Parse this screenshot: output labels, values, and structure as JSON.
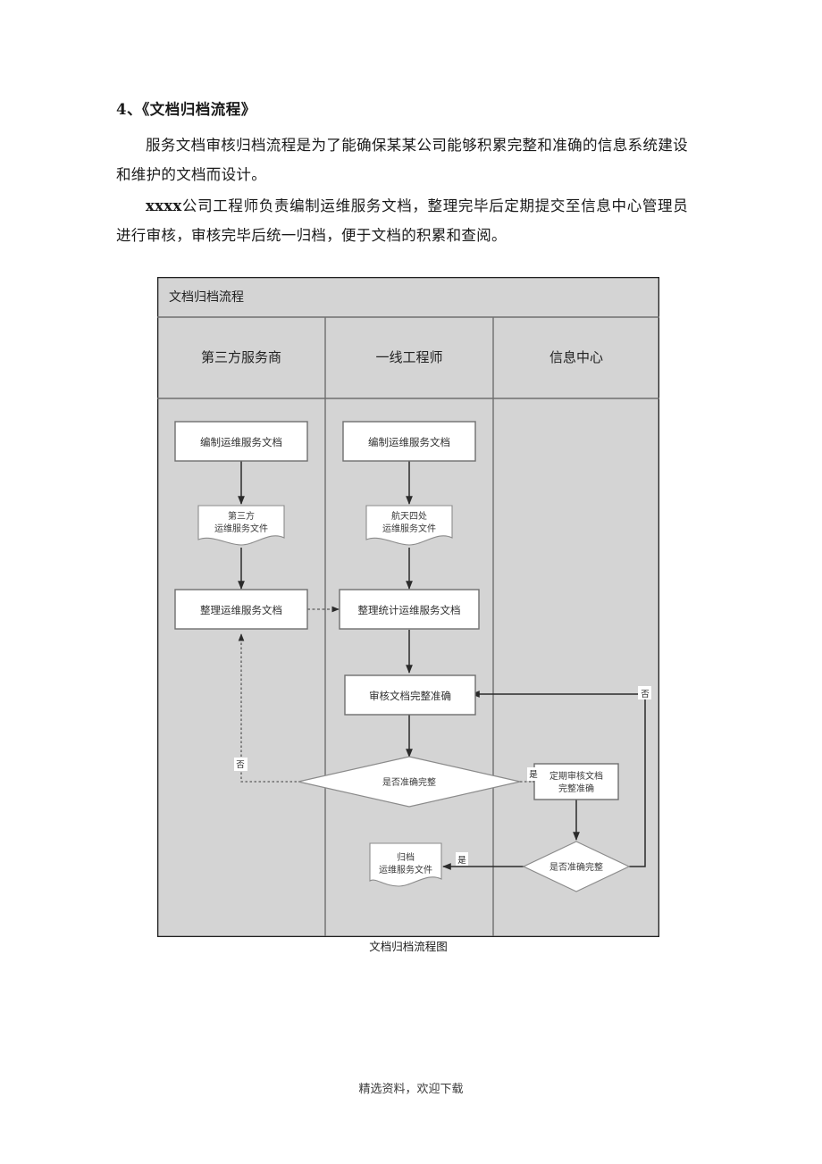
{
  "document": {
    "heading": "4、《文档归档流程》",
    "paragraphs": [
      "服务文档审核归档流程是为了能确保某某公司能够积累完整和准确的信息系统建设和维护的文档而设计。",
      "公司工程师负责编制运维服务文档，整理完毕后定期提交至信息中心管理员进行审核，审核完毕后统一归档，便于文档的积累和查阅。"
    ],
    "paragraph2_prefix": "xxxx",
    "caption": "文档归档流程图",
    "footer": "精选资料，欢迎下载"
  },
  "flowchart": {
    "title": "文档归档流程",
    "lanes": [
      {
        "id": "lane-third-party",
        "label": "第三方服务商"
      },
      {
        "id": "lane-frontline-engineer",
        "label": "一线工程师"
      },
      {
        "id": "lane-information-center",
        "label": "信息中心"
      }
    ],
    "nodes": {
      "n1": {
        "label": "编制运维服务文档",
        "shape": "process",
        "lane": "lane-third-party"
      },
      "n2_line1": "第三方",
      "n2_line2": "运维服务文件",
      "n3": {
        "label": "整理运维服务文档",
        "shape": "process",
        "lane": "lane-third-party"
      },
      "n4": {
        "label": "编制运维服务文档",
        "shape": "process",
        "lane": "lane-frontline-engineer"
      },
      "n5_line1": "航天四处",
      "n5_line2": "运维服务文件",
      "n6": {
        "label": "整理统计运维服务文档",
        "shape": "process",
        "lane": "lane-frontline-engineer"
      },
      "n7": {
        "label": "审核文档完整准确",
        "shape": "process",
        "lane": "lane-frontline-engineer"
      },
      "n8": {
        "label": "是否准确完整",
        "shape": "decision",
        "lane": "lane-frontline-engineer"
      },
      "n9_line1": "归档",
      "n9_line2": "运维服务文件",
      "n10_line1": "定期审核文档",
      "n10_line2": "完整准确",
      "n11": {
        "label": "是否准确完整",
        "shape": "decision",
        "lane": "lane-information-center"
      }
    },
    "edge_labels": {
      "no_left": "否",
      "yes_right": "是",
      "no_right": "否",
      "yes_bottom": "是"
    },
    "colors": {
      "lane_fill": "#d4d4d4",
      "node_fill": "#ffffff",
      "border": "#7a7a7a",
      "line": "#3a3a3a"
    }
  }
}
